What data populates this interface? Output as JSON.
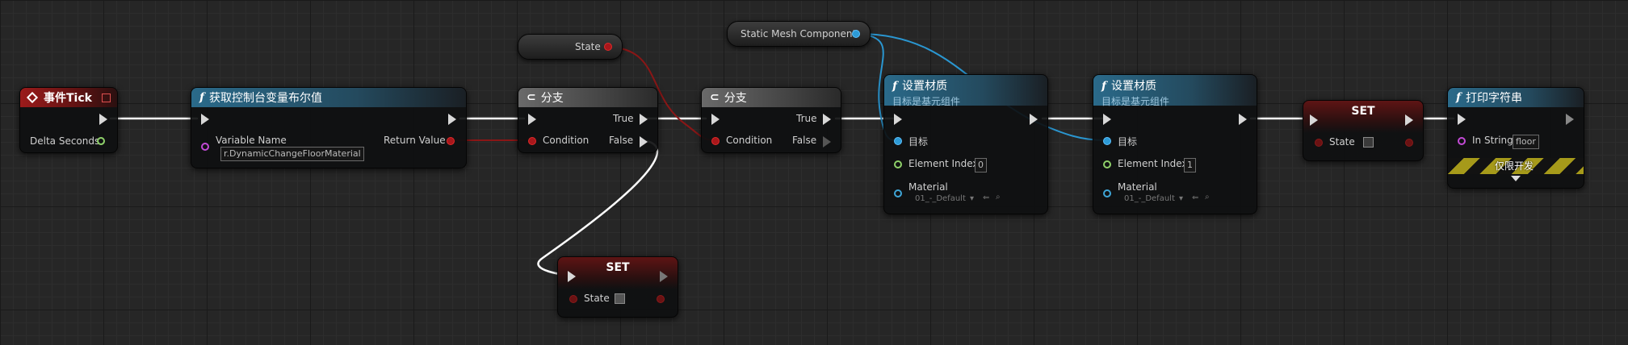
{
  "nodes": {
    "event_tick": {
      "title": "事件Tick",
      "delta_seconds": "Delta Seconds"
    },
    "get_cvar": {
      "title": "获取控制台变量布尔值",
      "variable_name": "Variable Name",
      "variable_value": "r.DynamicChangeFloorMaterial",
      "return_value": "Return Value"
    },
    "branch1": {
      "title": "分支",
      "condition": "Condition",
      "true": "True",
      "false": "False"
    },
    "branch2": {
      "title": "分支",
      "condition": "Condition",
      "true": "True",
      "false": "False"
    },
    "state_getter": {
      "label": "State"
    },
    "smc_getter": {
      "label": "Static Mesh Component"
    },
    "set_material1": {
      "title": "设置材质",
      "subtitle": "目标是基元组件",
      "target": "目标",
      "element_index": "Element Index",
      "element_index_value": "0",
      "material": "Material",
      "material_value": "01_-_Default"
    },
    "set_material2": {
      "title": "设置材质",
      "subtitle": "目标是基元组件",
      "target": "目标",
      "element_index": "Element Index",
      "element_index_value": "1",
      "material": "Material",
      "material_value": "01_-_Default"
    },
    "set_state_top": {
      "title": "SET",
      "state": "State"
    },
    "set_state_bottom": {
      "title": "SET",
      "state": "State"
    },
    "print_string": {
      "title": "打印字符串",
      "in_string": "In String",
      "in_string_value": "floor",
      "dev_only": "仅限开发"
    }
  },
  "colors": {
    "exec_wire": "#ffffff",
    "bool_wire": "#8a1616",
    "object_wire": "#2a96d0",
    "event_header": "#9b1b1b",
    "function_header": "#2a6a8a",
    "branch_header": "#6a6a6a"
  },
  "icons": [
    "diamond-event-icon",
    "function-icon",
    "branch-icon",
    "exec-pin-icon",
    "dropdown-caret-icon"
  ]
}
